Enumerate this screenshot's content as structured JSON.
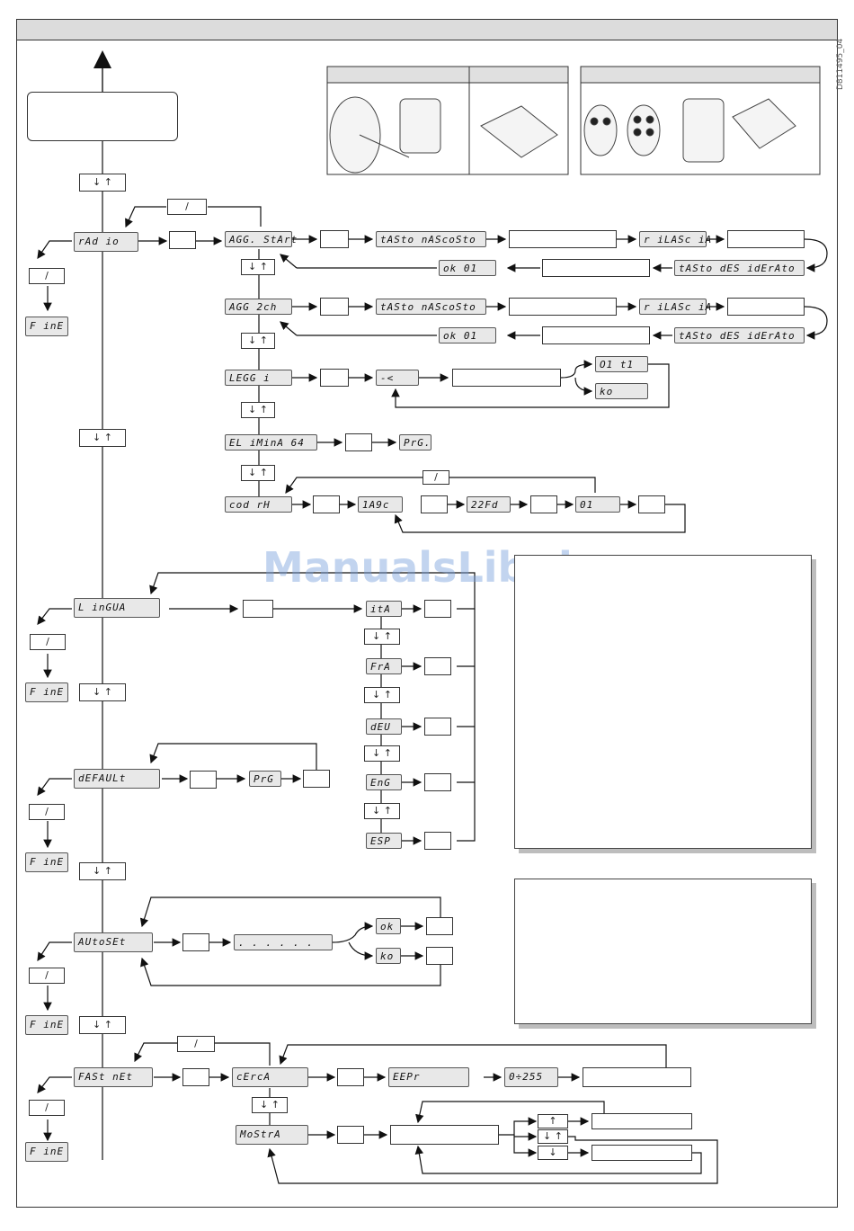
{
  "doc_id": "D811495_04",
  "watermark": "ManualsLib.de",
  "menu": {
    "radio": "rAd io",
    "lingua": "L inGUA",
    "default": "dEFAULt",
    "autoset": "AUtoSEt",
    "fastnet": "FASt nEt",
    "fine": "F inE"
  },
  "radio_items": {
    "agg_start": "AGG. StArt",
    "agg_2ch": "AGG 2ch",
    "leggi": "LEGG i",
    "elimina": "EL iMinA 64",
    "cod_rx": "cod rH"
  },
  "radio_flow": {
    "tasto_nascosto": "tASto nAScoSto",
    "rilascia": "r iLASc iA",
    "tasto_desiderato": "tASto dES idErAto",
    "ok01": "ok 01",
    "leggi_prompt": "-<",
    "result_o1t1": "O1 t1",
    "result_ko": "ko",
    "prg": "PrG.",
    "code1": "1A9c",
    "code2": "22Fd",
    "code3": "01"
  },
  "languages": [
    "itA",
    "FrA",
    "dEU",
    "EnG",
    "ESP"
  ],
  "default_flow": {
    "prg": "PrG"
  },
  "autoset_flow": {
    "progress": ". . .    . . .",
    "ok": "ok",
    "ko": "ko"
  },
  "fastnet_flow": {
    "cerca": "cErcA",
    "eepr": "EEPr",
    "range": "0÷255",
    "mostra": "MoStrA"
  },
  "symbols": {
    "down_up": "↓  ↑",
    "slash": "/",
    "up": "↑",
    "down": "↓"
  }
}
